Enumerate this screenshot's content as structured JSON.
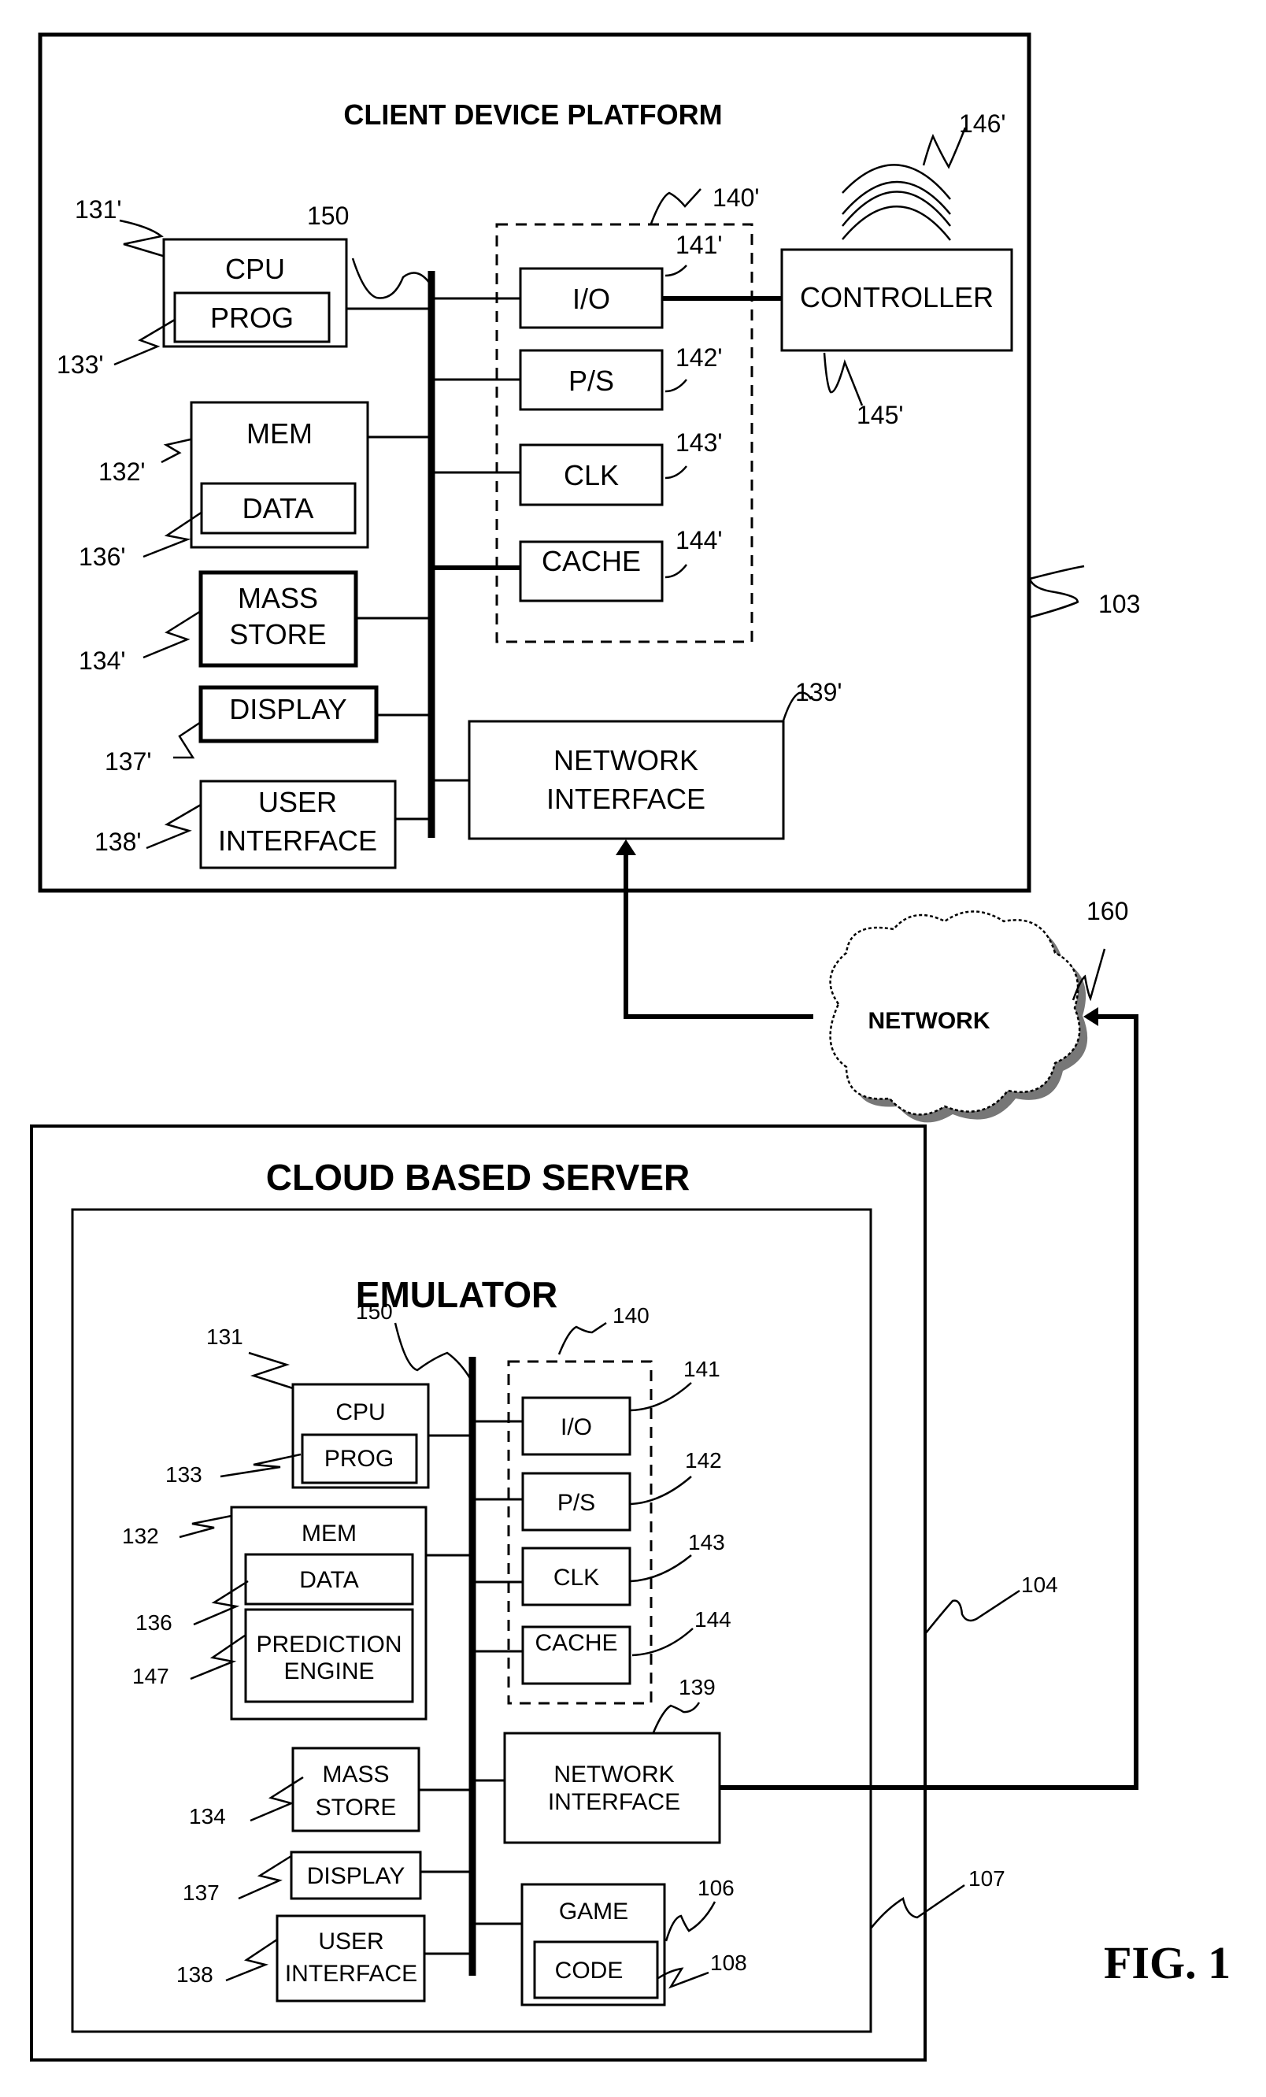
{
  "figure_label": "FIG. 1",
  "client": {
    "title": "CLIENT DEVICE PLATFORM",
    "ref": "103",
    "bus_ref": "150",
    "cpu": {
      "label": "CPU",
      "ref": "131'",
      "prog_label": "PROG",
      "prog_ref": "133'"
    },
    "mem": {
      "label": "MEM",
      "ref": "132'",
      "data_label": "DATA",
      "data_ref": "136'"
    },
    "mass_store": {
      "label_line1": "MASS",
      "label_line2": "STORE",
      "ref": "134'"
    },
    "display": {
      "label": "DISPLAY",
      "ref": "137'"
    },
    "user_interface": {
      "label_line1": "USER",
      "label_line2": "INTERFACE",
      "ref": "138'"
    },
    "support_group": {
      "ref": "140'",
      "items": [
        {
          "label": "I/O",
          "ref": "141'"
        },
        {
          "label": "P/S",
          "ref": "142'"
        },
        {
          "label": "CLK",
          "ref": "143'"
        },
        {
          "label": "CACHE",
          "ref": "144'"
        }
      ]
    },
    "network_interface": {
      "label_line1": "NETWORK",
      "label_line2": "INTERFACE",
      "ref": "139'"
    },
    "controller": {
      "label": "CONTROLLER",
      "ref": "145'",
      "signal_ref": "146'"
    }
  },
  "network": {
    "label": "NETWORK",
    "ref": "160"
  },
  "server": {
    "title": "CLOUD BASED SERVER",
    "ref": "104",
    "emulator": {
      "title": "EMULATOR",
      "ref": "107",
      "bus_ref": "150",
      "cpu": {
        "label": "CPU",
        "ref": "131",
        "prog_label": "PROG",
        "prog_ref": "133"
      },
      "mem": {
        "label": "MEM",
        "ref": "132",
        "data_label": "DATA",
        "data_ref": "136",
        "engine_line1": "PREDICTION",
        "engine_line2": "ENGINE",
        "engine_ref": "147"
      },
      "mass_store": {
        "label_line1": "MASS",
        "label_line2": "STORE",
        "ref": "134"
      },
      "display": {
        "label": "DISPLAY",
        "ref": "137"
      },
      "user_interface": {
        "label_line1": "USER",
        "label_line2": "INTERFACE",
        "ref": "138"
      },
      "support_group": {
        "ref": "140",
        "items": [
          {
            "label": "I/O",
            "ref": "141"
          },
          {
            "label": "P/S",
            "ref": "142"
          },
          {
            "label": "CLK",
            "ref": "143"
          },
          {
            "label": "CACHE",
            "ref": "144"
          }
        ]
      },
      "network_interface": {
        "label_line1": "NETWORK",
        "label_line2": "INTERFACE",
        "ref": "139"
      },
      "game": {
        "label": "GAME",
        "ref": "106",
        "code_label": "CODE",
        "code_ref": "108"
      }
    }
  }
}
